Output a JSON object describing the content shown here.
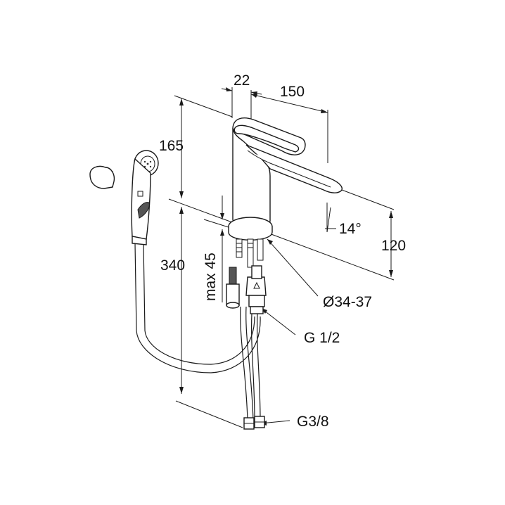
{
  "dimensions": {
    "d22": "22",
    "d150": "150",
    "d165": "165",
    "d340": "340",
    "dmax45": "max 45",
    "d120": "120",
    "angle": "14°",
    "diameter": "Ø34-37",
    "thread_main": "G 1/2",
    "thread_hose": "G3/8"
  }
}
